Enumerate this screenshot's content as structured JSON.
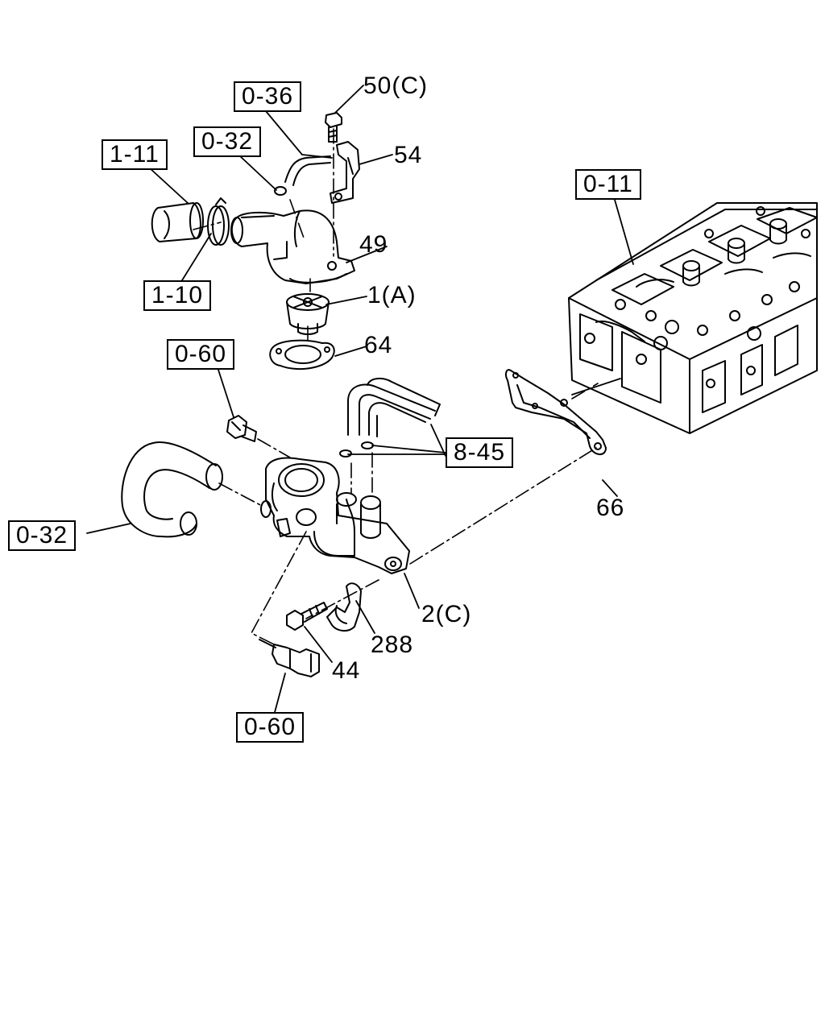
{
  "ref_boxes": {
    "r036": "0-36",
    "r032_top": "0-32",
    "r111": "1-11",
    "r110": "1-10",
    "r060_top": "0-60",
    "r011": "0-11",
    "r845": "8-45",
    "r032_left": "0-32",
    "r060_bottom": "0-60"
  },
  "part_numbers": {
    "p50c": "50(C)",
    "p54": "54",
    "p49": "49",
    "p1a": "1(A)",
    "p64": "64",
    "p66": "66",
    "p2c": "2(C)",
    "p288": "288",
    "p44": "44"
  }
}
